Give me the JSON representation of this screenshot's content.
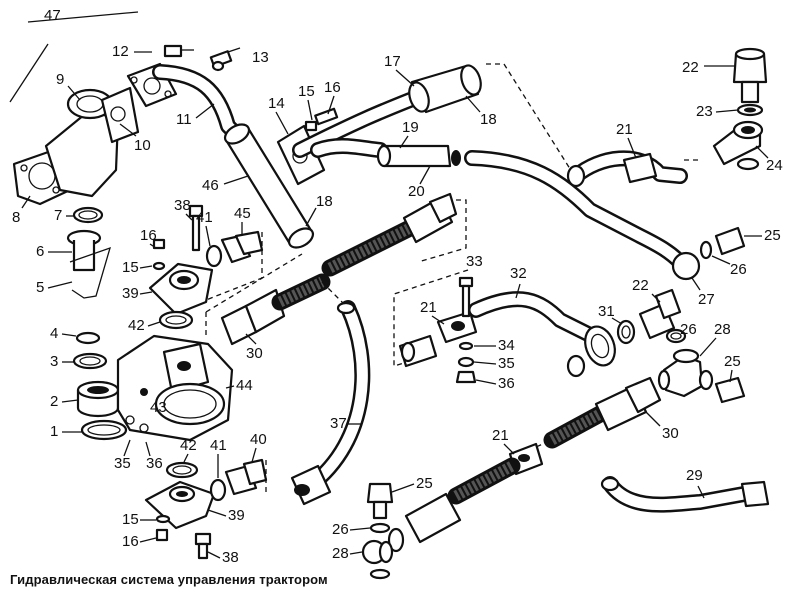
{
  "caption": "Гидравлическая система управления трактором",
  "callouts": [
    "47",
    "9",
    "10",
    "8",
    "7",
    "6",
    "5",
    "4",
    "3",
    "2",
    "1",
    "12",
    "13",
    "11",
    "46",
    "14",
    "15",
    "16",
    "17",
    "18",
    "19",
    "20",
    "21",
    "22",
    "23",
    "24",
    "25",
    "26",
    "27",
    "28",
    "29",
    "30",
    "31",
    "32",
    "33",
    "34",
    "35",
    "36",
    "37",
    "38",
    "39",
    "40",
    "41",
    "42",
    "43",
    "44",
    "45"
  ]
}
